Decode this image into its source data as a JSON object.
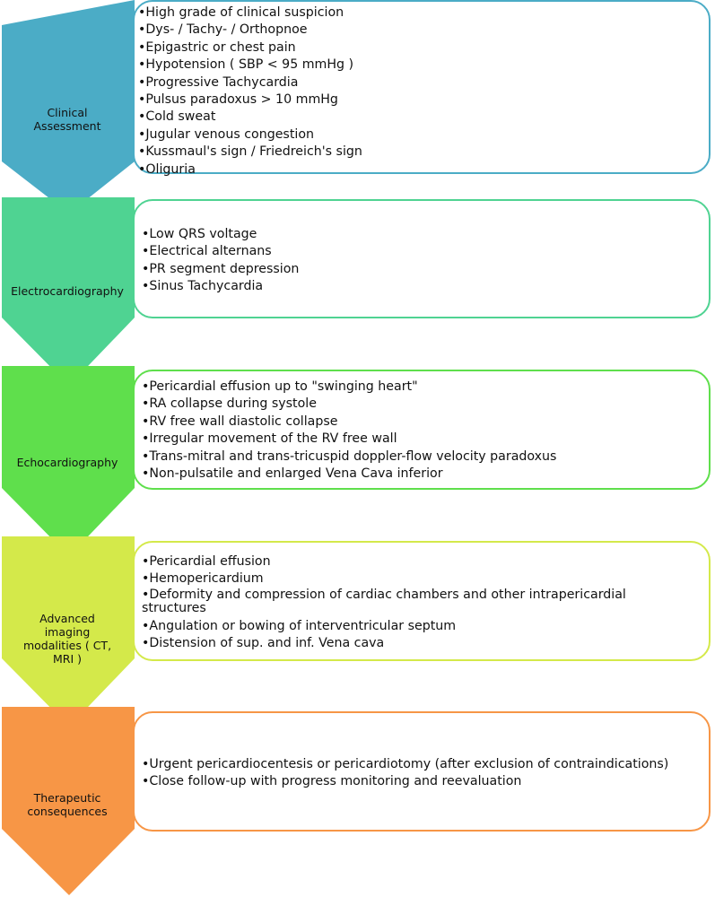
{
  "steps": [
    {
      "label": "Clinical Assessment",
      "color": "#4bacc6",
      "items": [
        "High grade of clinical suspicion",
        "Dys- / Tachy- / Orthopnoe",
        "Epigastric or chest pain",
        "Hypotension ( SBP < 95 mmHg )",
        "Progressive Tachycardia",
        "Pulsus paradoxus > 10 mmHg",
        "Cold sweat",
        "Jugular venous congestion",
        "Kussmaul's sign / Friedreich's sign",
        "Oliguria"
      ]
    },
    {
      "label": "Electrocardiography",
      "color": "#4fd392",
      "items": [
        "Low QRS voltage",
        "Electrical alternans",
        "PR segment depression",
        "Sinus Tachycardia"
      ]
    },
    {
      "label": "Echocardiography",
      "color": "#5fdf4c",
      "items": [
        "Pericardial effusion up to \"swinging heart\"",
        "RA collapse during systole",
        "RV free wall diastolic collapse",
        "Irregular movement of the RV free wall",
        "Trans-mitral and trans-tricuspid doppler-flow velocity paradoxus",
        "Non-pulsatile and enlarged Vena Cava inferior"
      ]
    },
    {
      "label": "Advanced imaging modalities ( CT, MRI )",
      "color": "#d4e94a",
      "items": [
        "Pericardial effusion",
        "Hemopericardium",
        "Deformity and compression of cardiac chambers and other intrapericardial structures",
        "Angulation or bowing of interventricular septum",
        "Distension of sup. and inf. Vena cava"
      ]
    },
    {
      "label": "Therapeutic consequences",
      "color": "#f79646",
      "items": [
        "Urgent pericardiocentesis or pericardiotomy (after exclusion of contraindications)",
        "Close follow-up with progress monitoring and reevaluation"
      ]
    }
  ]
}
